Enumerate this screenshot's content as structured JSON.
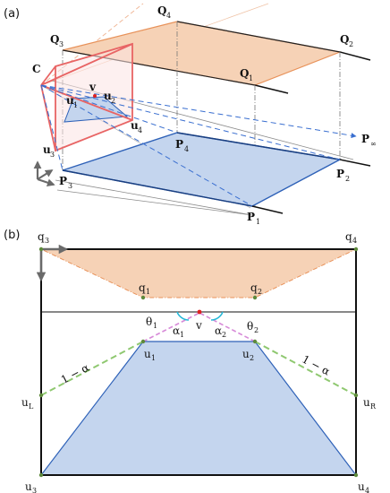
{
  "panels": {
    "a": "(a)",
    "b": "(b)"
  },
  "top": {
    "Q3": "Q",
    "Q3s": "3",
    "Q4": "Q",
    "Q4s": "4",
    "Q2": "Q",
    "Q2s": "2",
    "Q1": "Q",
    "Q1s": "1",
    "C": "C",
    "v": "v",
    "u1": "u",
    "u1s": "1",
    "u2": "u",
    "u2s": "2",
    "u3": "u",
    "u3s": "3",
    "u4": "u",
    "u4s": "4",
    "P4": "P",
    "P4s": "4",
    "P3": "P",
    "P3s": "3",
    "P2": "P",
    "P2s": "2",
    "P1": "P",
    "P1s": "1",
    "Pinf": "P",
    "Pinfs": "∞"
  },
  "bottom": {
    "q3": "q",
    "q3s": "3",
    "q4": "q",
    "q4s": "4",
    "q1": "q",
    "q1s": "1",
    "q2": "q",
    "q2s": "2",
    "theta1": "θ",
    "theta1s": "1",
    "theta2": "θ",
    "theta2s": "2",
    "v": "v",
    "alpha1": "α",
    "alpha1s": "1",
    "alpha2": "α",
    "alpha2s": "2",
    "u1": "u",
    "u1s": "1",
    "u2": "u",
    "u2s": "2",
    "uL": "u",
    "uLs": "L",
    "uR": "u",
    "uRs": "R",
    "u3": "u",
    "u3s": "3",
    "u4": "u",
    "u4s": "4",
    "one_minus_alpha_left": "1 − α",
    "one_minus_alpha_right": "1 − α"
  },
  "colors": {
    "orange_fill": "#f6d2b6",
    "orange_edge": "#e8925a",
    "blue_fill": "#c4d5ee",
    "blue_edge": "#2f62b8",
    "red": "#e86464",
    "green": "#8fc870",
    "pink": "#d78ad8",
    "cyan": "#26b8d8",
    "point_green": "#5e8a3c",
    "point_red": "#e02020"
  }
}
